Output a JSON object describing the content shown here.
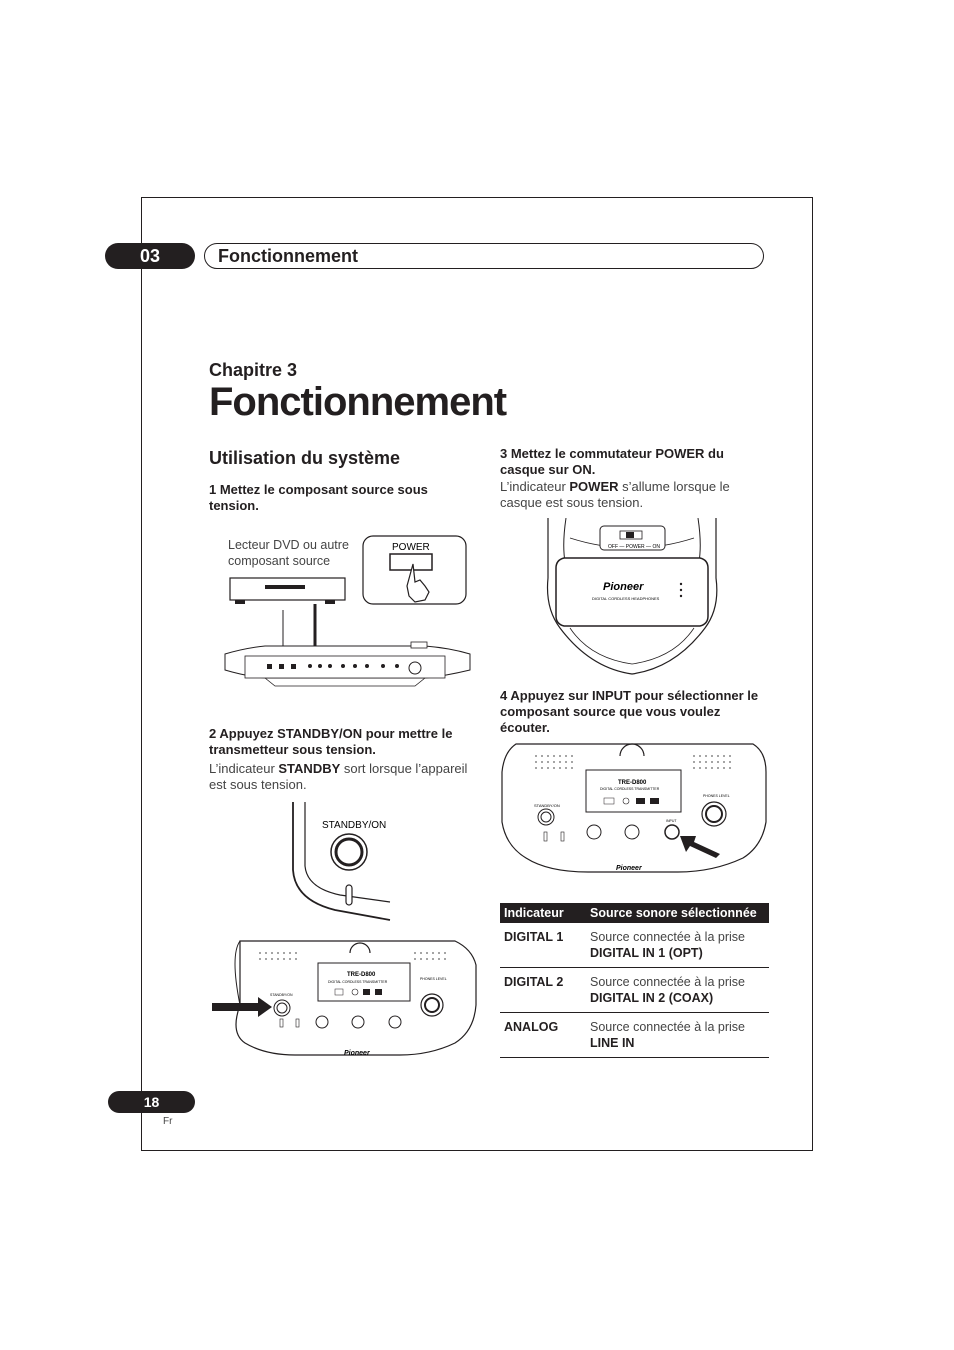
{
  "header": {
    "chapter_number": "03",
    "chapter_title": "Fonctionnement"
  },
  "chapter": {
    "label": "Chapitre 3",
    "title": "Fonctionnement"
  },
  "section": {
    "title": "Utilisation du système"
  },
  "steps": {
    "s1": {
      "title": "1    Mettez le composant source sous tension."
    },
    "s2": {
      "title": "2    Appuyez STANDBY/ON pour mettre le transmetteur sous tension.",
      "text_pre": "L’indicateur ",
      "text_bold": "STANDBY",
      "text_post": " sort lorsque l’appareil est sous tension."
    },
    "s3": {
      "title": "3    Mettez le commutateur POWER du casque sur ON.",
      "text_pre": "L’indicateur ",
      "text_bold": "POWER",
      "text_post": " s’allume lorsque le casque est sous tension."
    },
    "s4": {
      "title": "4    Appuyez sur INPUT pour sélectionner le composant source que vous voulez écouter."
    }
  },
  "figures": {
    "fig1": {
      "caption_line1": "Lecteur DVD ou autre",
      "caption_line2": "composant source",
      "power_label": "POWER"
    },
    "fig2": {
      "standby_label": "STANDBY/ON"
    },
    "transmitter": {
      "model": "TRE-D800",
      "subtitle": "DIGITAL CORDLESS TRANSMITTER",
      "brand": "Pioneer",
      "standby": "STANDBY/ON",
      "phones": "PHONES LEVEL",
      "input": "INPUT"
    },
    "headphones": {
      "brand": "Pioneer",
      "subtitle": "DIGITAL CORDLESS HEADPHONES",
      "switch": "OFF — POWER — ON"
    }
  },
  "table": {
    "headers": [
      "Indicateur",
      "Source sonore sélectionnée"
    ],
    "rows": [
      {
        "indicator": "DIGITAL 1",
        "text": "Source connectée à la prise",
        "jack": "DIGITAL IN 1 (OPT)"
      },
      {
        "indicator": "DIGITAL 2",
        "text": "Source connectée à la prise",
        "jack": "DIGITAL IN 2 (COAX)"
      },
      {
        "indicator": "ANALOG",
        "text": "Source connectée à la prise",
        "jack": "LINE IN"
      }
    ]
  },
  "footer": {
    "page_number": "18",
    "language": "Fr"
  }
}
